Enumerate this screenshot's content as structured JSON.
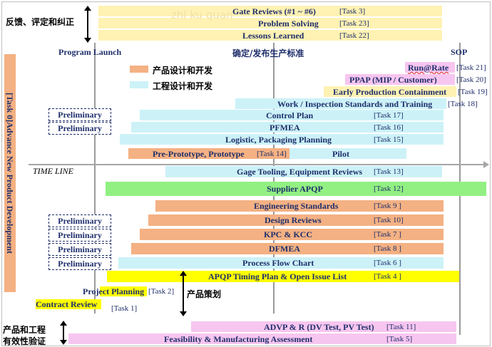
{
  "colors": {
    "yellow": "#fff2b3",
    "bright_yellow": "#ffff00",
    "orange": "#f4b183",
    "cyan": "#ccf2f8",
    "green": "#92f083",
    "pink": "#f7c6f0",
    "text": "#1f2f6b"
  },
  "header": {
    "feedback": "反馈、评定和纠正",
    "program_launch": "Program Launch",
    "release_standard": "确定/发布生产标准",
    "sop": "SOP",
    "watermark": "zhi ku quan"
  },
  "legend": {
    "product_design": "产品设计和开发",
    "process_design": "工程设计和开发"
  },
  "sidebar": {
    "label": "[Task 0]Advance New Product Development"
  },
  "timeline_label": "TIME LINE",
  "preliminary": "Preliminary",
  "bars": {
    "gate": {
      "label": "Gate Reviews (#1 ~ #6)",
      "task": "[Task 3]"
    },
    "problem": {
      "label": "Problem Solving",
      "task": "[Task 23]"
    },
    "lessons": {
      "label": "Lessons Learned",
      "task": "[Task 22]"
    },
    "run_rate": {
      "label": "Run@Rate",
      "task": "[Task 21]"
    },
    "ppap": {
      "label": "PPAP (MIP / Customer)",
      "task": "[Task 20]"
    },
    "early": {
      "label": "Early Production Containment",
      "task": "[Task 19]"
    },
    "work": {
      "label": "Work / Inspection Standards and Training",
      "task": "[Task 18]"
    },
    "control": {
      "label": "Control Plan",
      "task": "[Task 17]"
    },
    "pfmea": {
      "label": "PFMEA",
      "task": "[Task 16]"
    },
    "logistic": {
      "label": "Logistic, Packaging Planning",
      "task": "[Task 15]"
    },
    "proto": {
      "label": "Pre-Prototype, Prototype",
      "task": "[Task 14]",
      "pilot": "Pilot"
    },
    "gage": {
      "label": "Gage Tooling, Equipment Reviews",
      "task": "[Task 13]"
    },
    "supplier": {
      "label": "Supplier APQP",
      "task": "[Task 12]"
    },
    "eng": {
      "label": "Engineering Standards",
      "task": "[Task 9 ]"
    },
    "design": {
      "label": "Design Reviews",
      "task": "[Task 10]"
    },
    "kpc": {
      "label": "KPC & KCC",
      "task": "[Task 7 ]"
    },
    "dfmea": {
      "label": "DFMEA",
      "task": "[Task 8 ]"
    },
    "pfc": {
      "label": "Process Flow Chart",
      "task": "[Task 6 ]"
    },
    "timing": {
      "label": "APQP Timing Plan & Open Issue List",
      "task": "[Task 4 ]"
    },
    "project": {
      "label": "Project Planning",
      "task": "[Task 2]"
    },
    "contract": {
      "label": "Contract Review",
      "task": "[Task 1]"
    },
    "advp": {
      "label": "ADVP & R (DV Test, PV Test)",
      "task": "[Task 11]"
    },
    "feasibility": {
      "label": "Feasibility & Manufacturing Assessment",
      "task": "[Task 5]"
    }
  },
  "product_strategy": "产品策划",
  "verification": {
    "line1": "产品和工程",
    "line2": "有效性验证"
  }
}
